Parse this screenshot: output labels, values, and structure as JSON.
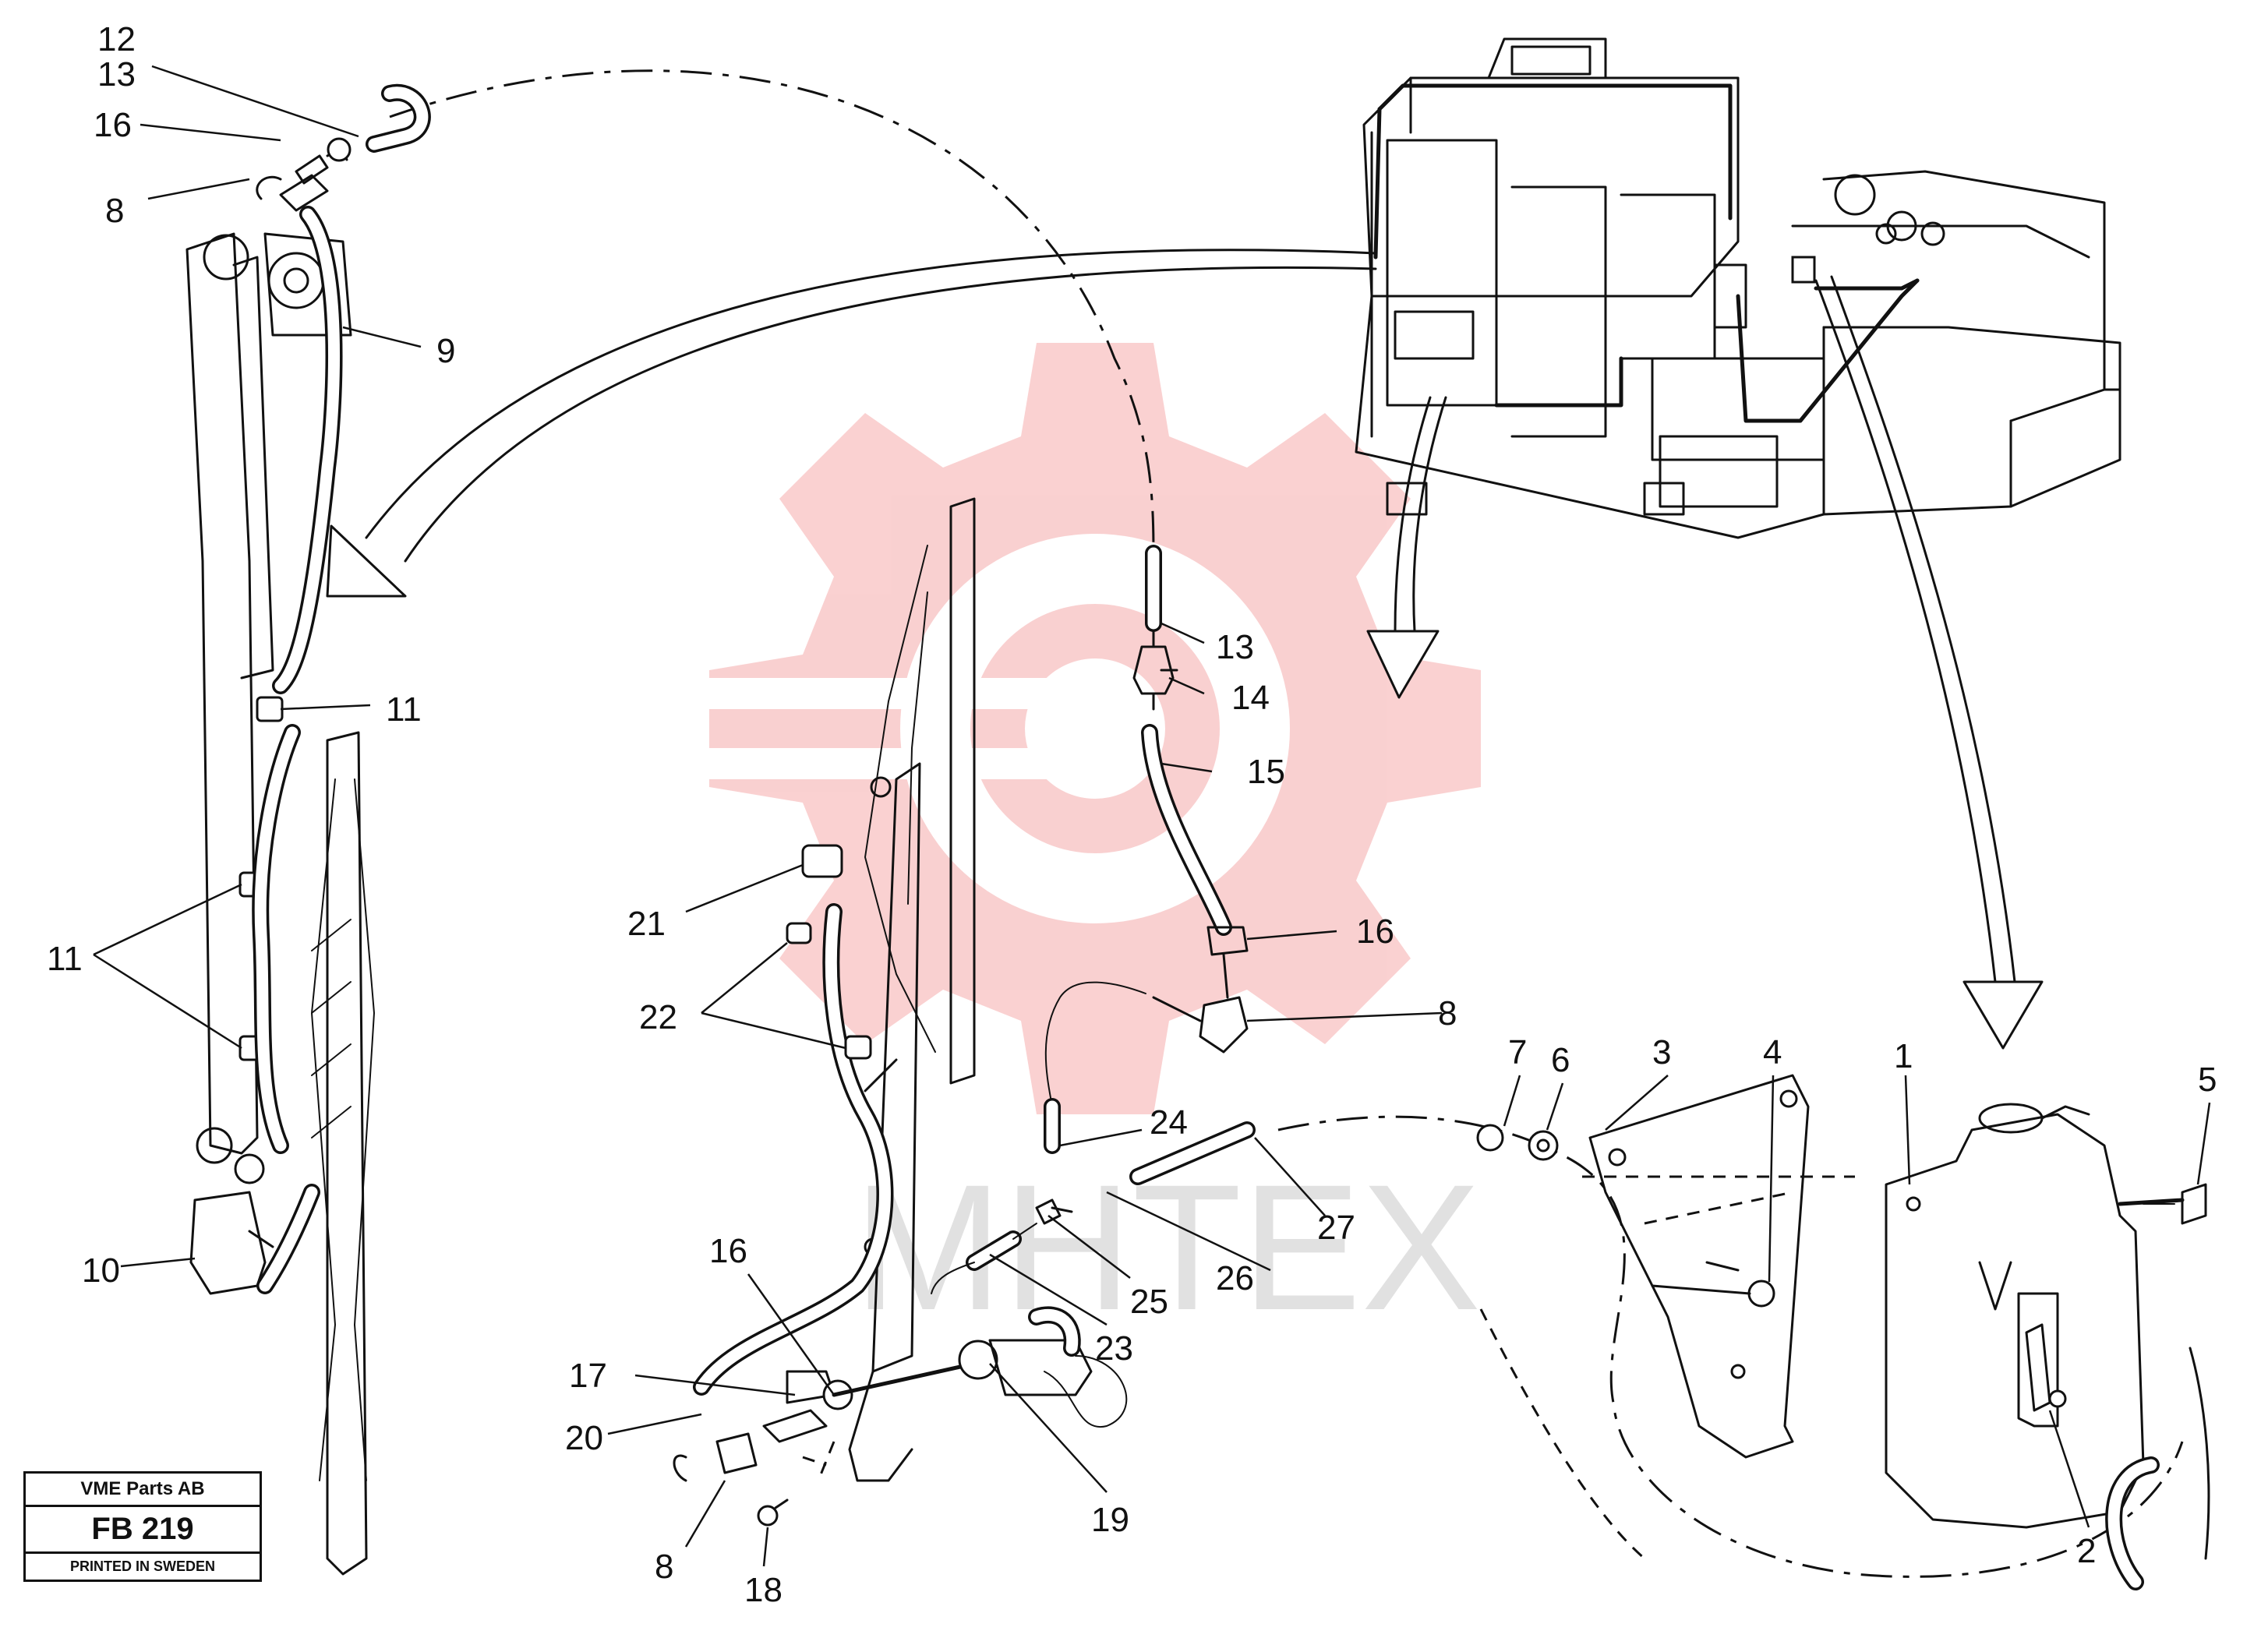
{
  "title_block": {
    "company": "VME Parts AB",
    "code": "FB 219",
    "printed": "PRINTED IN SWEDEN"
  },
  "watermark": {
    "text": "MHTEX",
    "gear_color": "#f07c7c"
  },
  "callouts": {
    "c12": "12",
    "c13_top": "13",
    "c16_top": "16",
    "c8_top": "8",
    "c9": "9",
    "c11_single": "11",
    "c11_pair": "11",
    "c10": "10",
    "c13_mid": "13",
    "c14": "14",
    "c15": "15",
    "c16_mid": "16",
    "c8_mid": "8",
    "c21": "21",
    "c22": "22",
    "c24": "24",
    "c27": "27",
    "c26": "26",
    "c25": "25",
    "c23": "23",
    "c16_low": "16",
    "c17": "17",
    "c20": "20",
    "c19": "19",
    "c8_low": "8",
    "c18": "18",
    "c7": "7",
    "c6": "6",
    "c3": "3",
    "c4": "4",
    "c1": "1",
    "c5": "5",
    "c2": "2"
  }
}
